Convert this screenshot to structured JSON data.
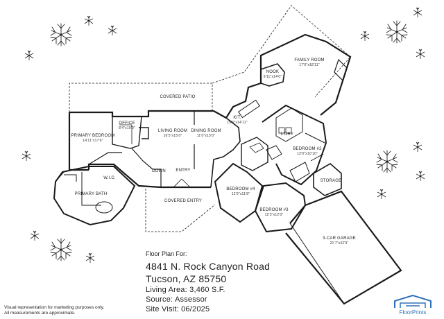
{
  "rooms": {
    "covered_patio": {
      "name": "COVERED PATIO",
      "dim": ""
    },
    "family_room": {
      "name": "FAMILY ROOM",
      "dim": "17'0\"x18'11\""
    },
    "nook": {
      "name": "NOOK",
      "dim": "9'11\"x14'0\""
    },
    "kit": {
      "name": "KIT.",
      "dim": "19'6\"x14'11\""
    },
    "primary_bedroom": {
      "name": "PRIMARY BEDROOM",
      "dim": "14'11\"x17'6\""
    },
    "office": {
      "name": "OFFICE",
      "dim": "8'4\"x10'0\""
    },
    "living_room": {
      "name": "LIVING ROOM",
      "dim": "16'5\"x15'0\""
    },
    "dining_room": {
      "name": "DINING ROOM",
      "dim": "11'0\"x15'0\""
    },
    "ldry": {
      "name": "L'DRY",
      "dim": ""
    },
    "bedroom2": {
      "name": "BEDROOM #2",
      "dim": "13'0\"x10'10\""
    },
    "down": {
      "name": "DOWN",
      "dim": ""
    },
    "entry": {
      "name": "ENTRY",
      "dim": ""
    },
    "wic": {
      "name": "W.I.C.",
      "dim": ""
    },
    "primary_bath": {
      "name": "PRIMARY BATH",
      "dim": ""
    },
    "covered_entry": {
      "name": "COVERED ENTRY",
      "dim": ""
    },
    "bedroom4": {
      "name": "BEDROOM #4",
      "dim": "12'9\"x11'8\""
    },
    "storage": {
      "name": "STORAGE",
      "dim": ""
    },
    "bedroom3": {
      "name": "BEDROOM #3",
      "dim": "12'3\"x12'0\""
    },
    "garage": {
      "name": "3-CAR GARAGE",
      "dim": "21'7\"x32'9\""
    }
  },
  "info": {
    "intro": "Floor Plan For:",
    "address_line1": "4841 N. Rock Canyon Road",
    "address_line2": "Tucson, AZ  85750",
    "living_area": "Living Area: 3,460 S.F.",
    "source": "Source:  Assessor",
    "site_visit": "Site Visit:  06/2025"
  },
  "disclaimer": {
    "line1": "Visual representation for marketing purposes only.",
    "line2": "All measurements are approximate."
  },
  "logo": {
    "text": "FloorPrints",
    "color": "#2e72b8"
  },
  "colors": {
    "line": "#1a1a1a",
    "tree": "#222222"
  }
}
